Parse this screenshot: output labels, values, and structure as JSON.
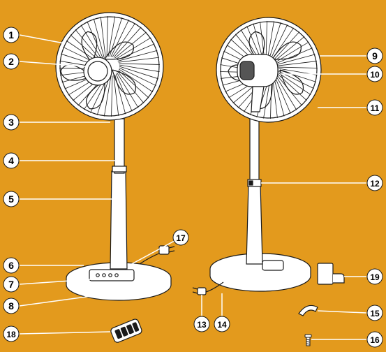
{
  "colors": {
    "background": "#E39A1D",
    "fan_body": "#FFFFFF",
    "outline": "#1A1A1A",
    "badge_fill": "#FFFFFF",
    "leader_line": "#FFFFFF"
  },
  "callouts": {
    "c1": "1",
    "c2": "2",
    "c3": "3",
    "c4": "4",
    "c5": "5",
    "c6": "6",
    "c7": "7",
    "c8": "8",
    "c9": "9",
    "c10": "10",
    "c11": "11",
    "c12": "12",
    "c13": "13",
    "c14": "14",
    "c15": "15",
    "c16": "16",
    "c17": "17",
    "c18": "18",
    "c19": "19"
  },
  "icons": {
    "front_fan": "standing-fan-front-view",
    "back_fan": "standing-fan-rear-view",
    "remote": "remote-control-icon",
    "stand_part": "stand-part-icon",
    "clip": "cord-clip-icon",
    "screw": "screw-icon",
    "plug": "power-plug-icon"
  }
}
